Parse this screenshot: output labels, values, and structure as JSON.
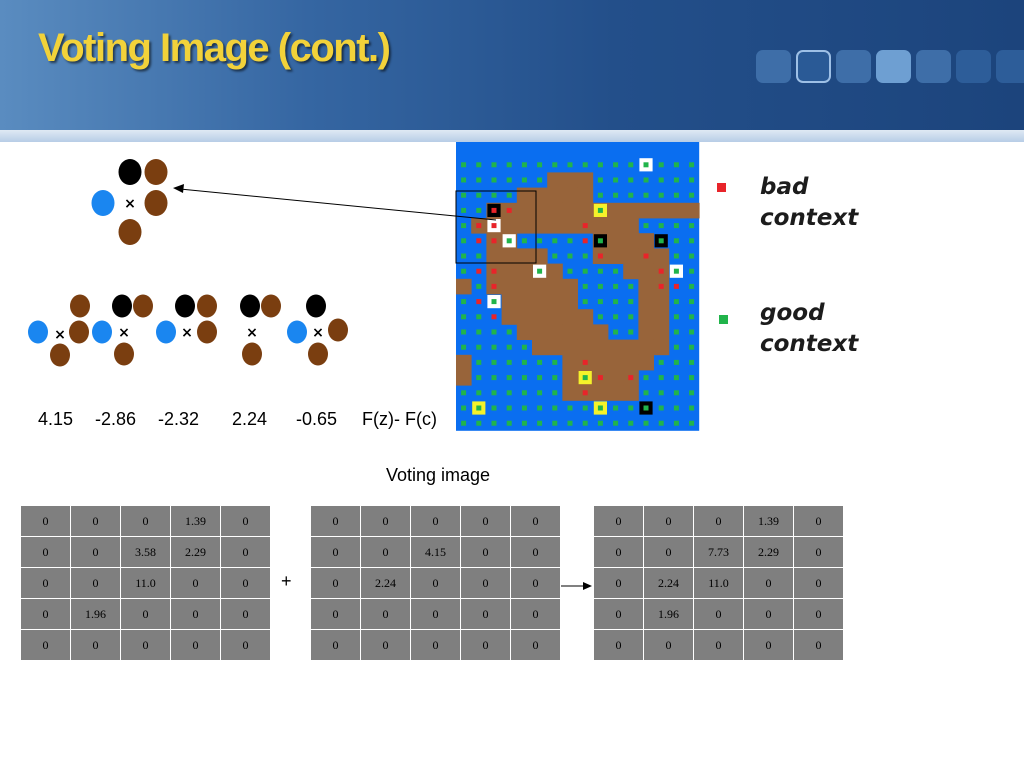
{
  "slide": {
    "title": "Voting Image (cont.)",
    "scores": [
      "4.15",
      "-2.86",
      "-2.32",
      "2.24",
      "-0.65",
      "F(z)- F(c)"
    ],
    "voting_label": "Voting image",
    "plus": "+"
  },
  "legend": {
    "bad": [
      "bad",
      "context"
    ],
    "good": [
      "good",
      "context"
    ],
    "bad_color": "#e8242a",
    "good_color": "#21b44b"
  },
  "colors": {
    "title": "#f2d23a",
    "water": "#0a6ef0",
    "land": "#98643a",
    "neighbor_brown": "#7a3e10",
    "neighbor_blue": "#1a86f0",
    "neighbor_black": "#000000",
    "highlight_yellow": "#f5f22a",
    "highlight_white": "#ffffff"
  },
  "icons": {
    "center_marker": "×"
  },
  "tables": [
    [
      [
        "0",
        "0",
        "0",
        "1.39",
        "0"
      ],
      [
        "0",
        "0",
        "3.58",
        "2.29",
        "0"
      ],
      [
        "0",
        "0",
        "11.0",
        "0",
        "0"
      ],
      [
        "0",
        "1.96",
        "0",
        "0",
        "0"
      ],
      [
        "0",
        "0",
        "0",
        "0",
        "0"
      ]
    ],
    [
      [
        "0",
        "0",
        "0",
        "0",
        "0"
      ],
      [
        "0",
        "0",
        "4.15",
        "0",
        "0"
      ],
      [
        "0",
        "2.24",
        "0",
        "0",
        "0"
      ],
      [
        "0",
        "0",
        "0",
        "0",
        "0"
      ],
      [
        "0",
        "0",
        "0",
        "0",
        "0"
      ]
    ],
    [
      [
        "0",
        "0",
        "0",
        "1.39",
        "0"
      ],
      [
        "0",
        "0",
        "7.73",
        "2.29",
        "0"
      ],
      [
        "0",
        "2.24",
        "11.0",
        "0",
        "0"
      ],
      [
        "0",
        "1.96",
        "0",
        "0",
        "0"
      ],
      [
        "0",
        "0",
        "0",
        "0",
        "0"
      ]
    ]
  ]
}
